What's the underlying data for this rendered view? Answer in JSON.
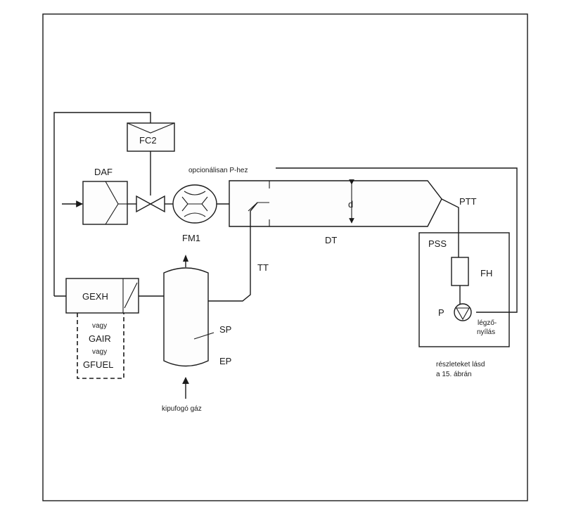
{
  "labels": {
    "fc2": "FC2",
    "daf": "DAF",
    "fm1": "FM1",
    "optional_note": "opcionálisan P-hez",
    "dt": "DT",
    "d": "d",
    "ptt": "PTT",
    "pss": "PSS",
    "fh": "FH",
    "p": "P",
    "breath_opening_line1": "légző-",
    "breath_opening_line2": "nyílás",
    "tt": "TT",
    "gexh": "GEXH",
    "or_1": "vagy",
    "gair": "GAIR",
    "or_2": "vagy",
    "gfuel": "GFUEL",
    "sp": "SP",
    "ep": "EP",
    "exhaust_gas": "kipufogó gáz",
    "details_line1": "részleteket lásd",
    "details_line2": "a 15. ábrán"
  }
}
